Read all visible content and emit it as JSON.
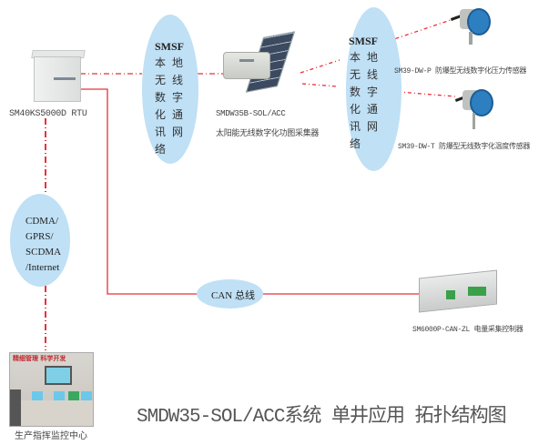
{
  "rtu": {
    "label": "SM40KS5000D   RTU"
  },
  "network1": {
    "title": "SMSF",
    "col1": [
      "本",
      "无",
      "数",
      "化",
      "讯",
      "络"
    ],
    "col2": [
      "地",
      "线",
      "字",
      "通",
      "网"
    ]
  },
  "network2": {
    "title": "SMSF",
    "col1": [
      "本",
      "无",
      "数",
      "化",
      "讯",
      "络"
    ],
    "col2": [
      "地",
      "线",
      "字",
      "通",
      "网"
    ]
  },
  "collector": {
    "model": "SMDW35B-SOL/ACC",
    "desc": "太阳能无线数字化功图采集器"
  },
  "sensor_p": {
    "label": "SM39-DW-P 防爆型无线数字化压力传感器"
  },
  "sensor_t": {
    "label": "SM39-DW-T 防爆型无线数字化温度传感器"
  },
  "cellular": {
    "lines": [
      "CDMA/",
      "GPRS/",
      "SCDMA",
      "/Internet"
    ]
  },
  "can_bus": {
    "label": "CAN 总线"
  },
  "controller": {
    "label": "SM6000P-CAN-ZL 电量采集控制器"
  },
  "control_center": {
    "label": "生产指挥监控中心",
    "banner": "精细管理  科学开发"
  },
  "title": "SMDW35-SOL/ACC系统 单井应用 拓扑结构图",
  "colors": {
    "link_wireless": "#e0303a",
    "link_wired": "#e0303a",
    "bubble": "#bfe0f5"
  }
}
